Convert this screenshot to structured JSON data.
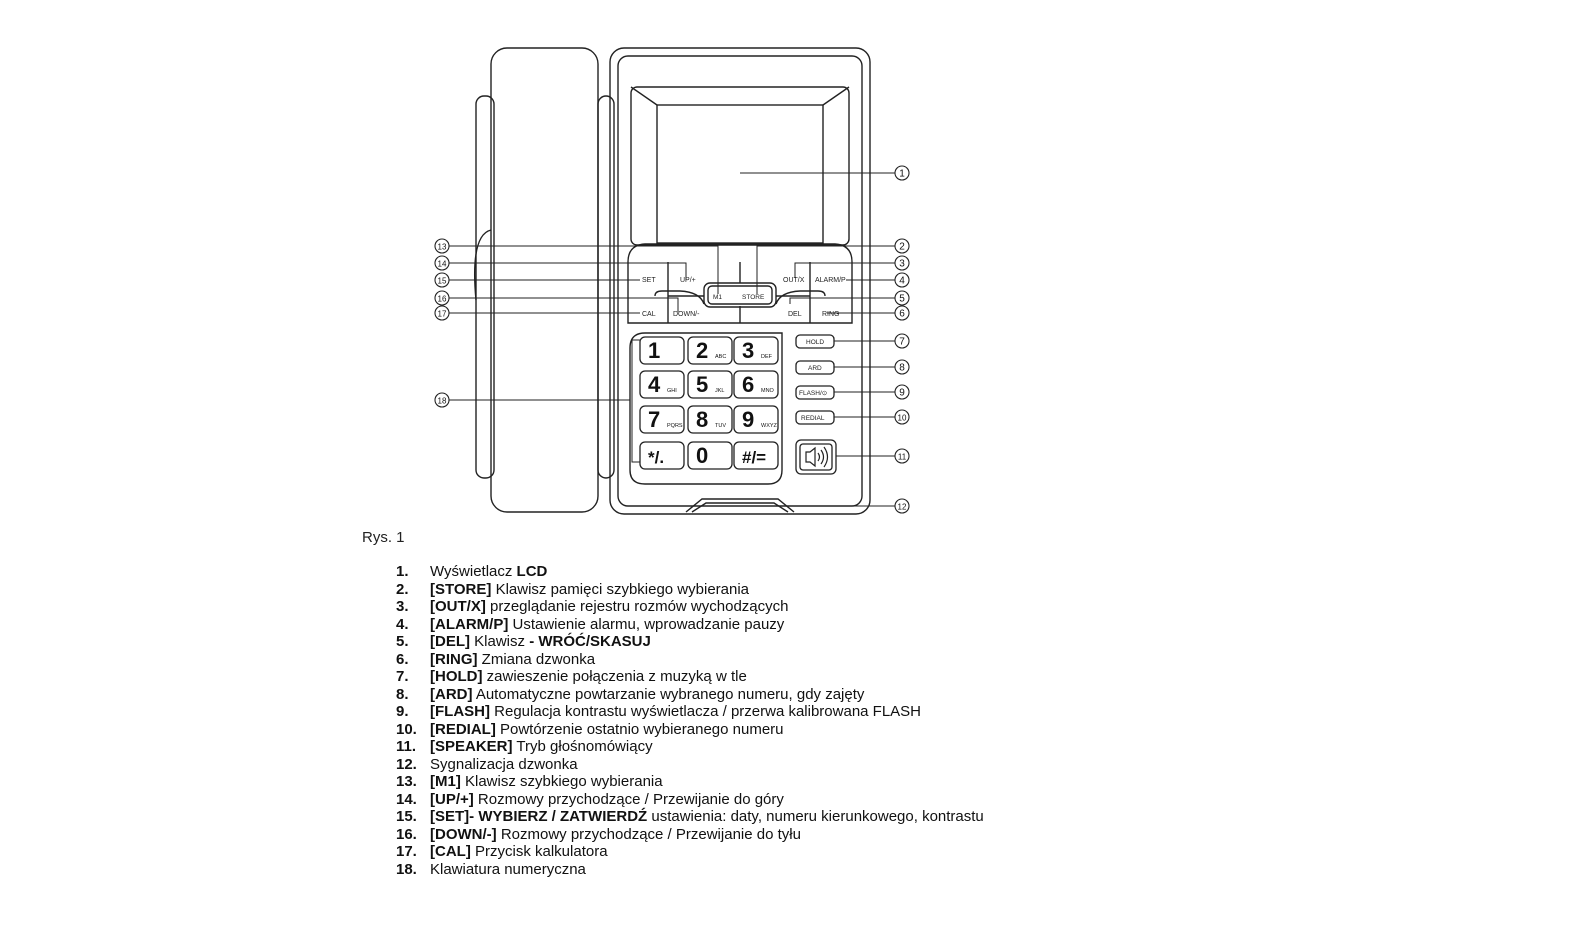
{
  "figure_caption": "Rys. 1",
  "device_labels": {
    "store": "STORE",
    "m1": "M1",
    "up": "UP/+",
    "set": "SET",
    "out": "OUT/X",
    "alarm": "ALARM/P",
    "down": "DOWN/-",
    "cal": "CAL",
    "del": "DEL",
    "ring": "RING",
    "hold": "HOLD",
    "ard": "ARD",
    "flash": "FLASH/⊙",
    "redial": "REDIAL"
  },
  "keypad": [
    {
      "digit": "1",
      "letters": ""
    },
    {
      "digit": "2",
      "letters": "ABC"
    },
    {
      "digit": "3",
      "letters": "DEF"
    },
    {
      "digit": "4",
      "letters": "GHI"
    },
    {
      "digit": "5",
      "letters": "JKL"
    },
    {
      "digit": "6",
      "letters": "MNO"
    },
    {
      "digit": "7",
      "letters": "PQRS"
    },
    {
      "digit": "8",
      "letters": "TUV"
    },
    {
      "digit": "9",
      "letters": "WXYZ"
    },
    {
      "digit": "*/.",
      "letters": ""
    },
    {
      "digit": "0",
      "letters": ""
    },
    {
      "digit": "#/=",
      "letters": ""
    }
  ],
  "callouts": [
    "1",
    "2",
    "3",
    "4",
    "5",
    "6",
    "7",
    "8",
    "9",
    "10",
    "11",
    "12",
    "13",
    "14",
    "15",
    "16",
    "17",
    "18"
  ],
  "legend": [
    {
      "num": "1.",
      "pre": "Wyświetlacz ",
      "key": "LCD",
      "text": ""
    },
    {
      "num": "2.",
      "pre": "",
      "key": "[STORE]",
      "text": " Klawisz pamięci szybkiego wybierania"
    },
    {
      "num": "3.",
      "pre": "",
      "key": "[OUT/X]",
      "text": " przeglądanie rejestru rozmów wychodzących"
    },
    {
      "num": "4.",
      "pre": "",
      "key": "[ALARM/P]",
      "text": " Ustawienie alarmu, wprowadzanie pauzy"
    },
    {
      "num": "5.",
      "pre": "",
      "key": "[DEL]",
      "text": " Klawisz ",
      "key2": "- WRÓĆ/SKASUJ"
    },
    {
      "num": "6.",
      "pre": "",
      "key": "[RING]",
      "text": " Zmiana dzwonka"
    },
    {
      "num": "7.",
      "pre": "",
      "key": "[HOLD]",
      "text": " zawieszenie połączenia z muzyką w tle"
    },
    {
      "num": "8.",
      "pre": "",
      "key": "[ARD]",
      "text": " Automatyczne powtarzanie wybranego numeru, gdy zajęty"
    },
    {
      "num": "9.",
      "pre": "",
      "key": "[FLASH]",
      "text": " Regulacja kontrastu wyświetlacza / przerwa kalibrowana FLASH"
    },
    {
      "num": "10.",
      "pre": "",
      "key": "[REDIAL]",
      "text": " Powtórzenie ostatnio wybieranego numeru"
    },
    {
      "num": "11.",
      "pre": "",
      "key": "[SPEAKER]",
      "text": " Tryb głośnomówiący"
    },
    {
      "num": "12.",
      "pre": "Sygnalizacja dzwonka",
      "key": "",
      "text": ""
    },
    {
      "num": "13.",
      "pre": "",
      "key": "[M1]",
      "text": " Klawisz szybkiego wybierania"
    },
    {
      "num": "14.",
      "pre": "",
      "key": "[UP/+]",
      "text": " Rozmowy przychodzące / Przewijanie do góry"
    },
    {
      "num": "15.",
      "pre": "",
      "key": "[SET]- WYBIERZ / ZATWIERDŹ",
      "text": " ustawienia: daty, numeru kierunkowego, kontrastu"
    },
    {
      "num": "16.",
      "pre": "",
      "key": "[DOWN/-]",
      "text": " Rozmowy przychodzące / Przewijanie do tyłu"
    },
    {
      "num": "17.",
      "pre": "",
      "key": "[CAL]",
      "text": " Przycisk kalkulatora"
    },
    {
      "num": "18.",
      "pre": "Klawiatura numeryczna",
      "key": "",
      "text": ""
    }
  ]
}
